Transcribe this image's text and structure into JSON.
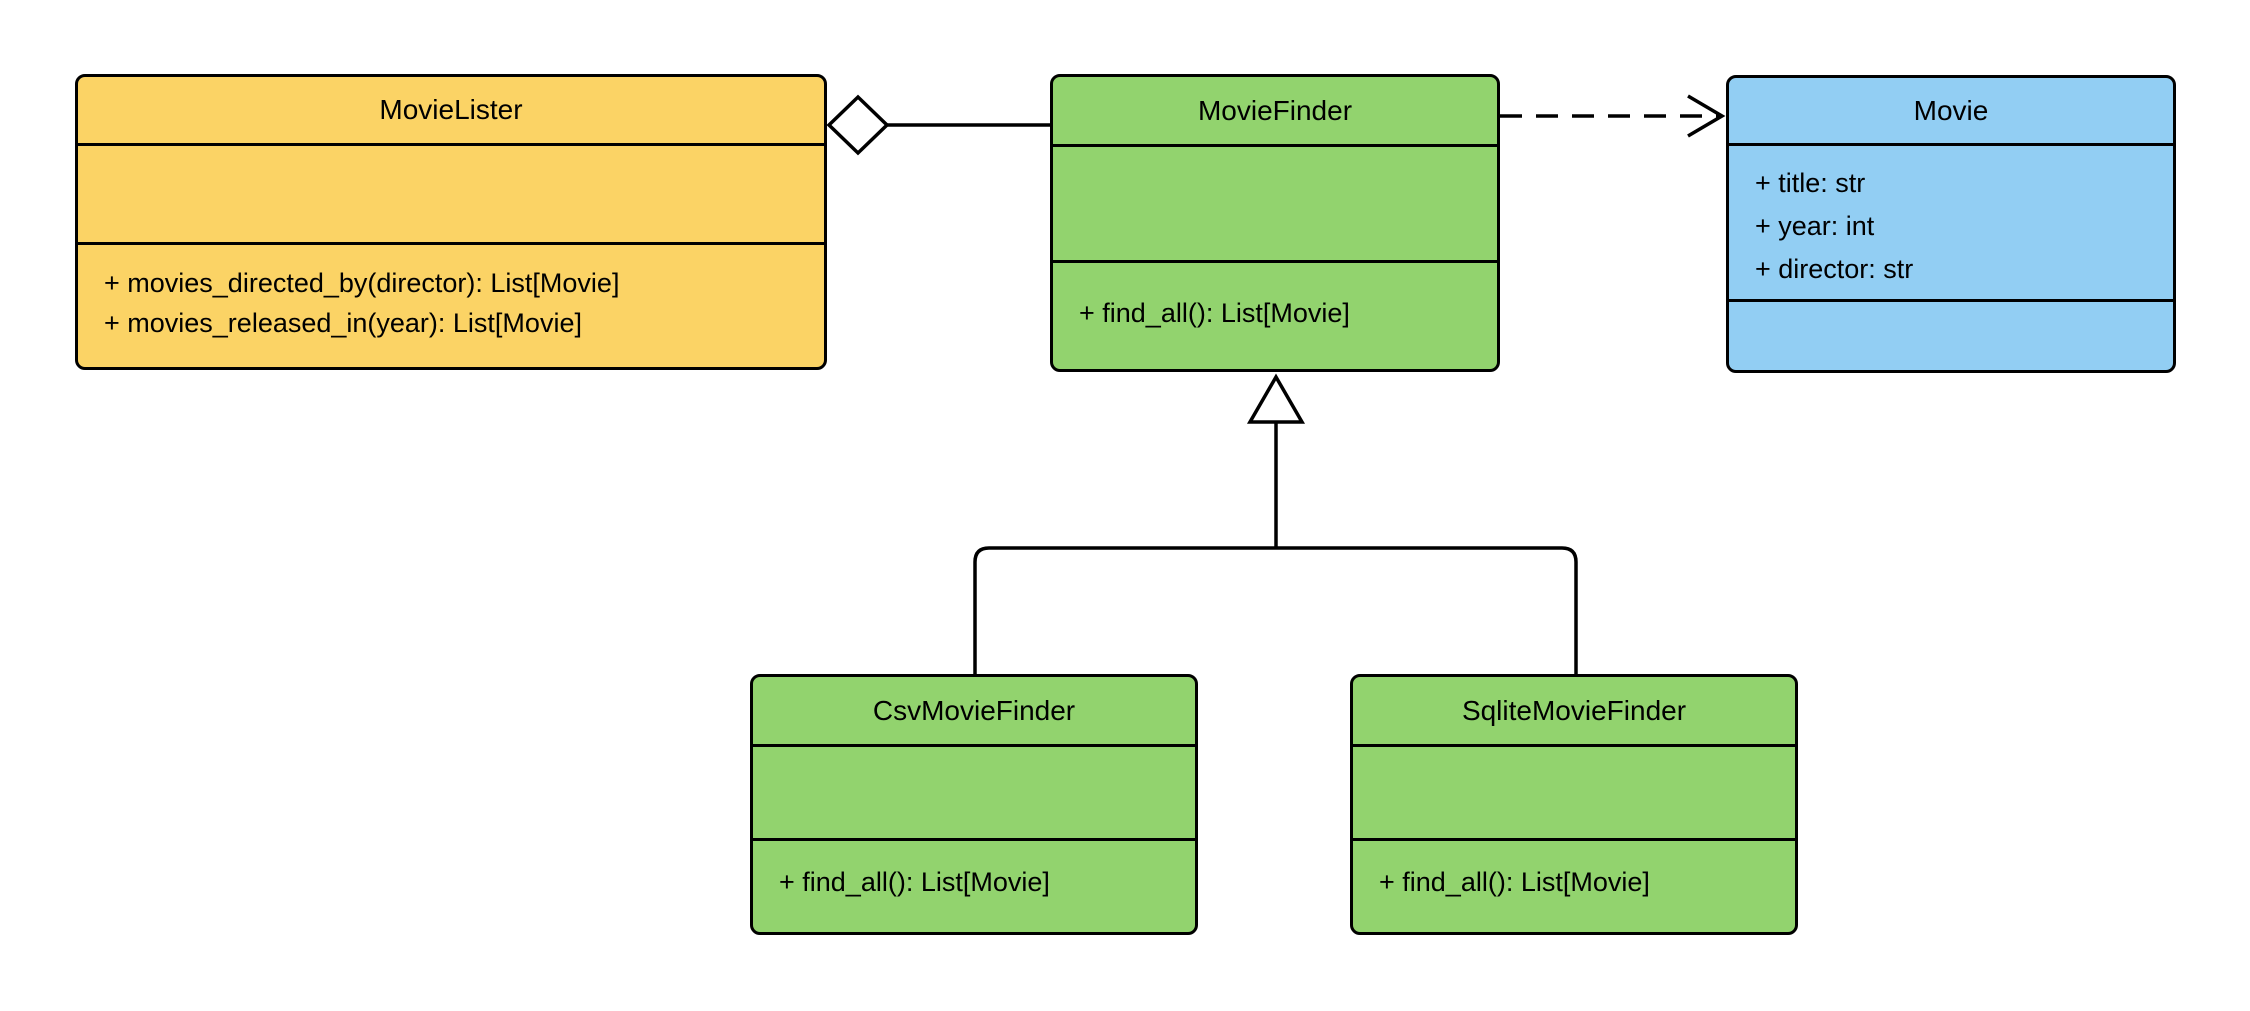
{
  "canvas": {
    "background": "#ffffff",
    "stroke_color": "#000000"
  },
  "classes": [
    {
      "name": "MovieLister",
      "fill": "#FBD365",
      "attributes": [],
      "methods": [
        "+ movies_directed_by(director): List[Movie]",
        "+ movies_released_in(year): List[Movie]"
      ]
    },
    {
      "name": "MovieFinder",
      "fill": "#92D36E",
      "attributes": [],
      "methods": [
        "+ find_all(): List[Movie]"
      ]
    },
    {
      "name": "Movie",
      "fill": "#92CEF3",
      "attributes": [
        "+ title: str",
        "+ year: int",
        "+ director: str"
      ],
      "methods": []
    },
    {
      "name": "CsvMovieFinder",
      "fill": "#92D36E",
      "attributes": [],
      "methods": [
        "+ find_all(): List[Movie]"
      ]
    },
    {
      "name": "SqliteMovieFinder",
      "fill": "#92D36E",
      "attributes": [],
      "methods": [
        "+ find_all(): List[Movie]"
      ]
    }
  ],
  "relationships": [
    {
      "type": "aggregation",
      "from": "MovieLister",
      "to": "MovieFinder"
    },
    {
      "type": "dependency",
      "from": "MovieFinder",
      "to": "Movie"
    },
    {
      "type": "generalization",
      "from": "CsvMovieFinder",
      "to": "MovieFinder"
    },
    {
      "type": "generalization",
      "from": "SqliteMovieFinder",
      "to": "MovieFinder"
    }
  ]
}
